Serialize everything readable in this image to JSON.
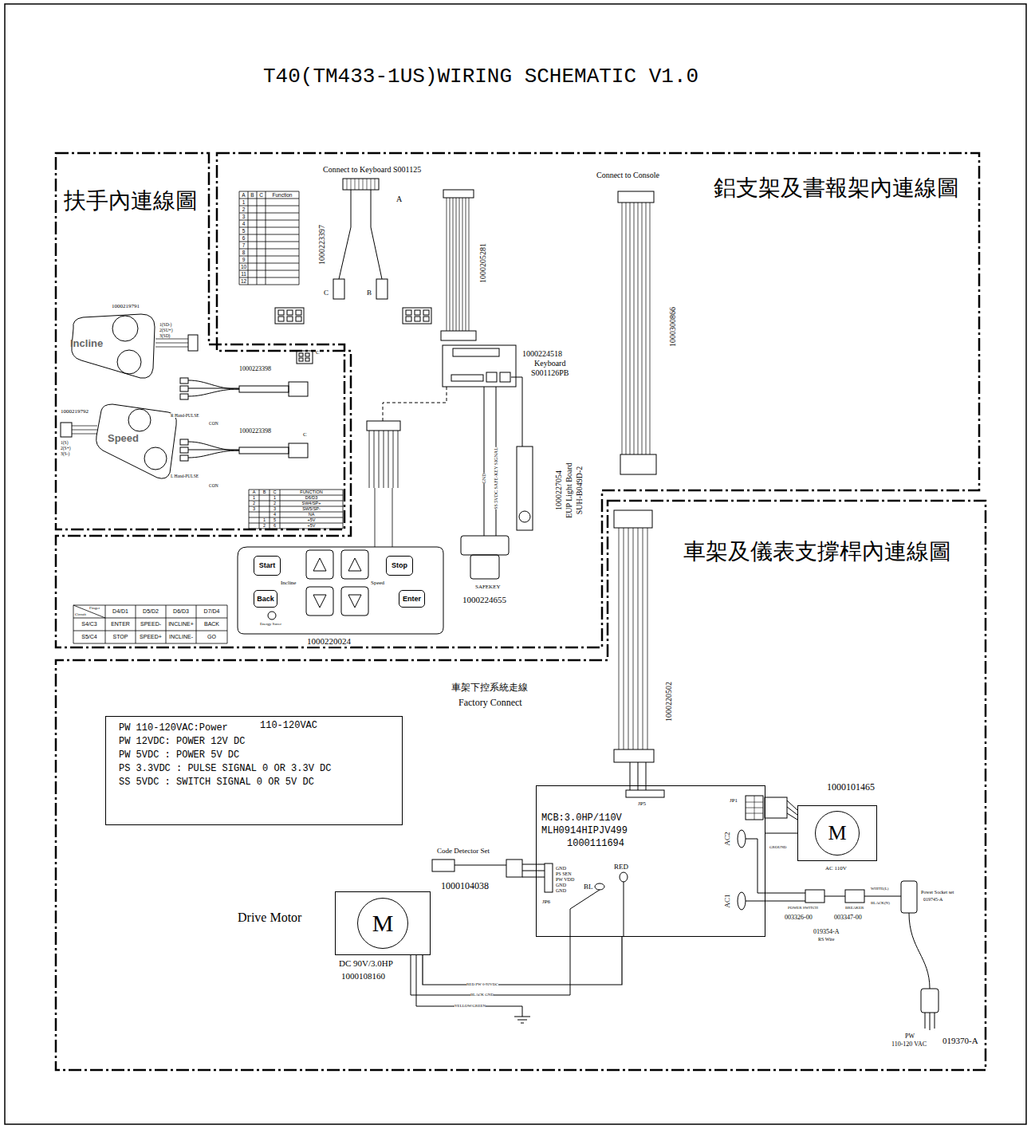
{
  "diagram": {
    "title": "T40(TM433-1US)WIRING SCHEMATIC V1.0",
    "nodes": [
      {
        "text": [
          "扶手內連線圖"
        ]
      },
      {
        "text": [
          "Incline"
        ],
        "in": 0
      },
      {
        "text": [
          "Speed"
        ],
        "in": 0
      },
      {
        "text": [
          "鋁支架及書報架內連線圖"
        ]
      },
      {
        "text": [
          "Start"
        ],
        "in": 3
      },
      {
        "text": [
          "Back"
        ],
        "in": 3
      },
      {
        "text": [
          "Stop"
        ],
        "in": 3
      },
      {
        "text": [
          "Enter"
        ],
        "in": 3
      },
      {
        "text": [
          "車架及儀表支撐桿內連線圖"
        ]
      },
      {
        "text": [
          "PW 110-120VAC:Power",
          "110-120VAC",
          "PW 12VDC: POWER 12V DC",
          "PW 5VDC : POWER 5V DC",
          "PS 3.3VDC : PULSE SIGNAL 0 OR 3.3V DC",
          "SS 5VDC : SWITCH SIGNAL 0 OR 5V DC"
        ],
        "in": 8
      },
      {
        "text": [
          "MCB:3.0HP/110V",
          "MLH0914HIPJV499",
          "1000111694"
        ],
        "in": 8
      },
      {
        "text": [
          "M"
        ],
        "in": 8
      },
      {
        "text": [
          "M"
        ],
        "in": 8
      }
    ],
    "edges": [
      {
        "from": 12,
        "to": 10,
        "arrow": "none"
      },
      {
        "from": 10,
        "to": 11,
        "arrow": "none"
      }
    ],
    "labels": [
      "Connect to Keyboard S001125",
      "A",
      "A",
      "B",
      "C",
      "Function",
      "1",
      "2",
      "3",
      "4",
      "5",
      "6",
      "7",
      "8",
      "9",
      "10",
      "11",
      "12",
      "1000223397",
      "C",
      "B",
      "1000205281",
      "1000224518",
      "Keyboard",
      "S001126PB",
      "GND",
      "SS 5VDC SAFE-KEY SIGNAL",
      "1000227054",
      "EUP Light Board",
      "SUH-B049D-2",
      "SAFEKEY",
      "1000224655",
      "Connect to Console",
      "1000300866",
      "1000219791",
      "1(SD-)",
      "2(SU+)",
      "3(SD)",
      "1000223398",
      "C",
      "R Hand-PULSE",
      "CON",
      "1000219792",
      "1(S)",
      "2(S+)",
      "3(S-)",
      "1000223398",
      "C",
      "L Hand-PULSE",
      "CON",
      "A",
      "B",
      "C",
      "FUNCTION",
      "1",
      "1",
      "D6/D3",
      "2",
      "2",
      "SW4/SP+",
      "3",
      "3",
      "SW5/SP-",
      "4",
      "NA",
      "1",
      "5",
      "+5V",
      "2",
      "6",
      "+5V",
      "Finger",
      "Circuit",
      "D4/D1",
      "D5/D2",
      "D6/D3",
      "D7/D4",
      "S4/C3",
      "ENTER",
      "SPEED-",
      "INCLINE+",
      "BACK",
      "S5/C4",
      "STOP",
      "SPEED+",
      "INCLINE-",
      "GO",
      "Incline",
      "Speed",
      "Energy Saver",
      "1000220024",
      "車架下控系統走線",
      "Factory Connect",
      "1000220502",
      "JP5",
      "JP1",
      "1000101465",
      "AC 110V",
      "GROUND",
      "AC2",
      "AC1",
      "RED",
      "BL",
      "Code Detector Set",
      "1000104038",
      "GND",
      "PS SEN",
      "PW VDD",
      "GND",
      "GND",
      "JP6",
      "Drive Motor",
      "DC 90V/3.0HP",
      "1000108160",
      "BLACK GND",
      "RED PW 0-92VDC",
      "YELLOW/GREEN",
      "POWER SWITCH",
      "003326-00",
      "BREAKER",
      "003347-00",
      "019354-A",
      "RS Wire",
      "WHITE(L)",
      "BLACK(N)",
      "Power Socket set",
      "019745-A",
      "PW",
      "110-120 VAC",
      "019370-A"
    ]
  }
}
